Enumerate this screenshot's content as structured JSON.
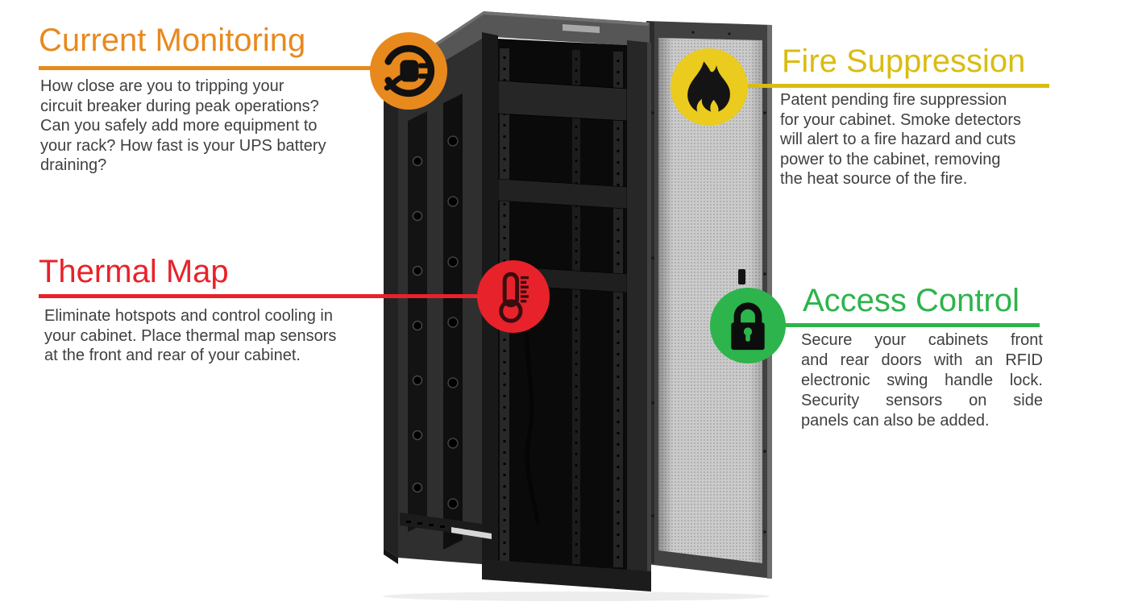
{
  "page": {
    "background": "#FFFFFF"
  },
  "colors": {
    "orange": "#E8891E",
    "yellow": "#D9BC13",
    "red": "#E8222A",
    "green": "#2DB44C",
    "body_text": "#3F3F3F",
    "background": "#FFFFFF"
  },
  "illustration": {
    "name": "server-rack-cabinet-with-open-perforated-door"
  },
  "callouts": [
    {
      "id": "current-monitoring",
      "title": "Current Monitoring",
      "color": "#E8891E",
      "icon": "power-plug-icon",
      "body": "How close are you to tripping your circuit breaker during peak operations? Can you safely add more equipment to your rack? How fast is your UPS battery draining?",
      "body_lines": [
        "How close are you to tripping your",
        "circuit breaker during peak operations?",
        "Can you safely add more equipment to",
        "your rack? How fast is your UPS battery",
        "draining?"
      ]
    },
    {
      "id": "fire-suppression",
      "title": "Fire Suppression",
      "color": "#D9BC13",
      "icon": "flame-icon",
      "body": "Patent pending fire suppression for your cabinet. Smoke detectors will alert to a fire hazard and cuts power to the cabinet, removing the heat source of the fire.",
      "body_lines": [
        "Patent pending fire suppression",
        "for your cabinet. Smoke detectors",
        "will alert to a fire hazard and cuts",
        "power to the cabinet, removing",
        "the heat source of the fire."
      ]
    },
    {
      "id": "thermal-map",
      "title": "Thermal Map",
      "color": "#E8222A",
      "icon": "thermometer-icon",
      "body": "Eliminate hotspots and control cooling in your cabinet. Place thermal map sensors at the front and rear of your cabinet.",
      "body_lines": [
        "Eliminate hotspots and control cooling in",
        "your cabinet. Place thermal map sensors",
        "at the front and rear of your cabinet."
      ]
    },
    {
      "id": "access-control",
      "title": "Access Control",
      "color": "#2DB44C",
      "icon": "padlock-icon",
      "body": "Secure your cabinets front and rear doors with an RFID electronic swing handle lock. Security sensors on side panels can also be added.",
      "body_lines": [
        "Secure your cabinets front",
        "and rear doors with an RFID",
        "electronic swing handle lock.",
        "Security sensors on side",
        "panels can also be added."
      ]
    }
  ]
}
